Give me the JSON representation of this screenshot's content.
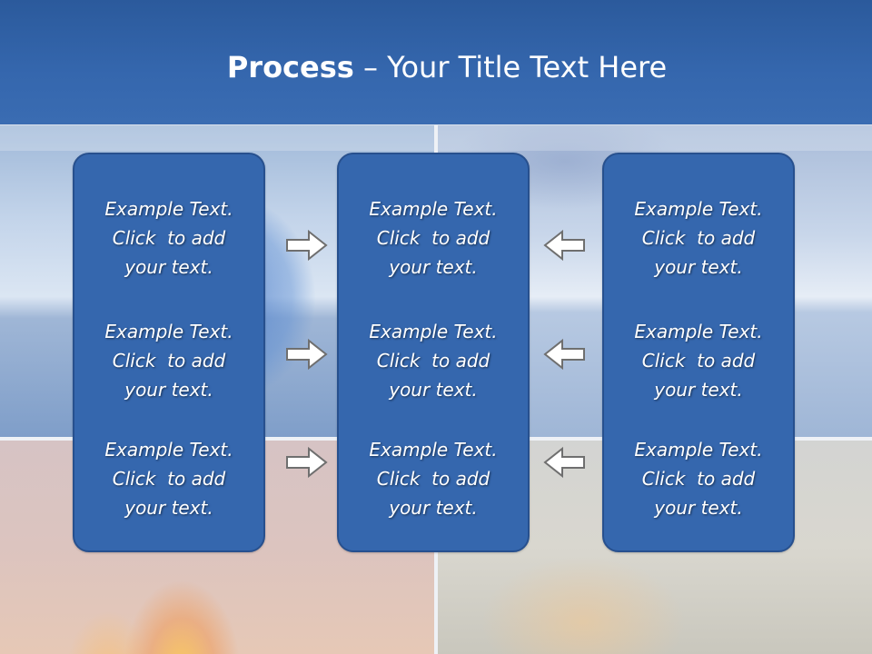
{
  "slide": {
    "title_bold": "Process",
    "title_rest": " – Your Title Text Here"
  },
  "panels": [
    {
      "blocks": [
        {
          "line1": "Example Text.",
          "line2": "Click  to add",
          "line3": "your text."
        },
        {
          "line1": "Example Text.",
          "line2": "Click  to add",
          "line3": "your text."
        },
        {
          "line1": "Example Text.",
          "line2": "Click  to add",
          "line3": "your text."
        }
      ]
    },
    {
      "blocks": [
        {
          "line1": "Example Text.",
          "line2": "Click  to add",
          "line3": "your text."
        },
        {
          "line1": "Example Text.",
          "line2": "Click  to add",
          "line3": "your text."
        },
        {
          "line1": "Example Text.",
          "line2": "Click  to add",
          "line3": "your text."
        }
      ]
    },
    {
      "blocks": [
        {
          "line1": "Example Text.",
          "line2": "Click  to add",
          "line3": "your text."
        },
        {
          "line1": "Example Text.",
          "line2": "Click  to add",
          "line3": "your text."
        },
        {
          "line1": "Example Text.",
          "line2": "Click  to add",
          "line3": "your text."
        }
      ]
    }
  ],
  "arrows": {
    "left_group": "arrow-right-icon",
    "right_group": "arrow-left-icon"
  },
  "colors": {
    "header": "#3567ae",
    "panel": "#3567ae",
    "panel_border": "#27508e",
    "arrow_fill": "#ffffff",
    "arrow_stroke": "#6f6f6f"
  }
}
